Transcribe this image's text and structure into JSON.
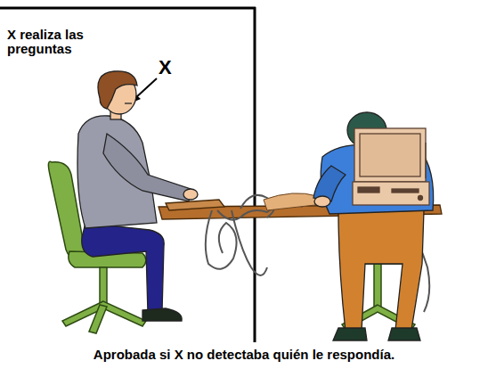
{
  "diagram": {
    "caption": "Aprobada si X no detectaba quién le respondía.",
    "labels": [
      "X realiza las preguntas",
      "X"
    ]
  }
}
